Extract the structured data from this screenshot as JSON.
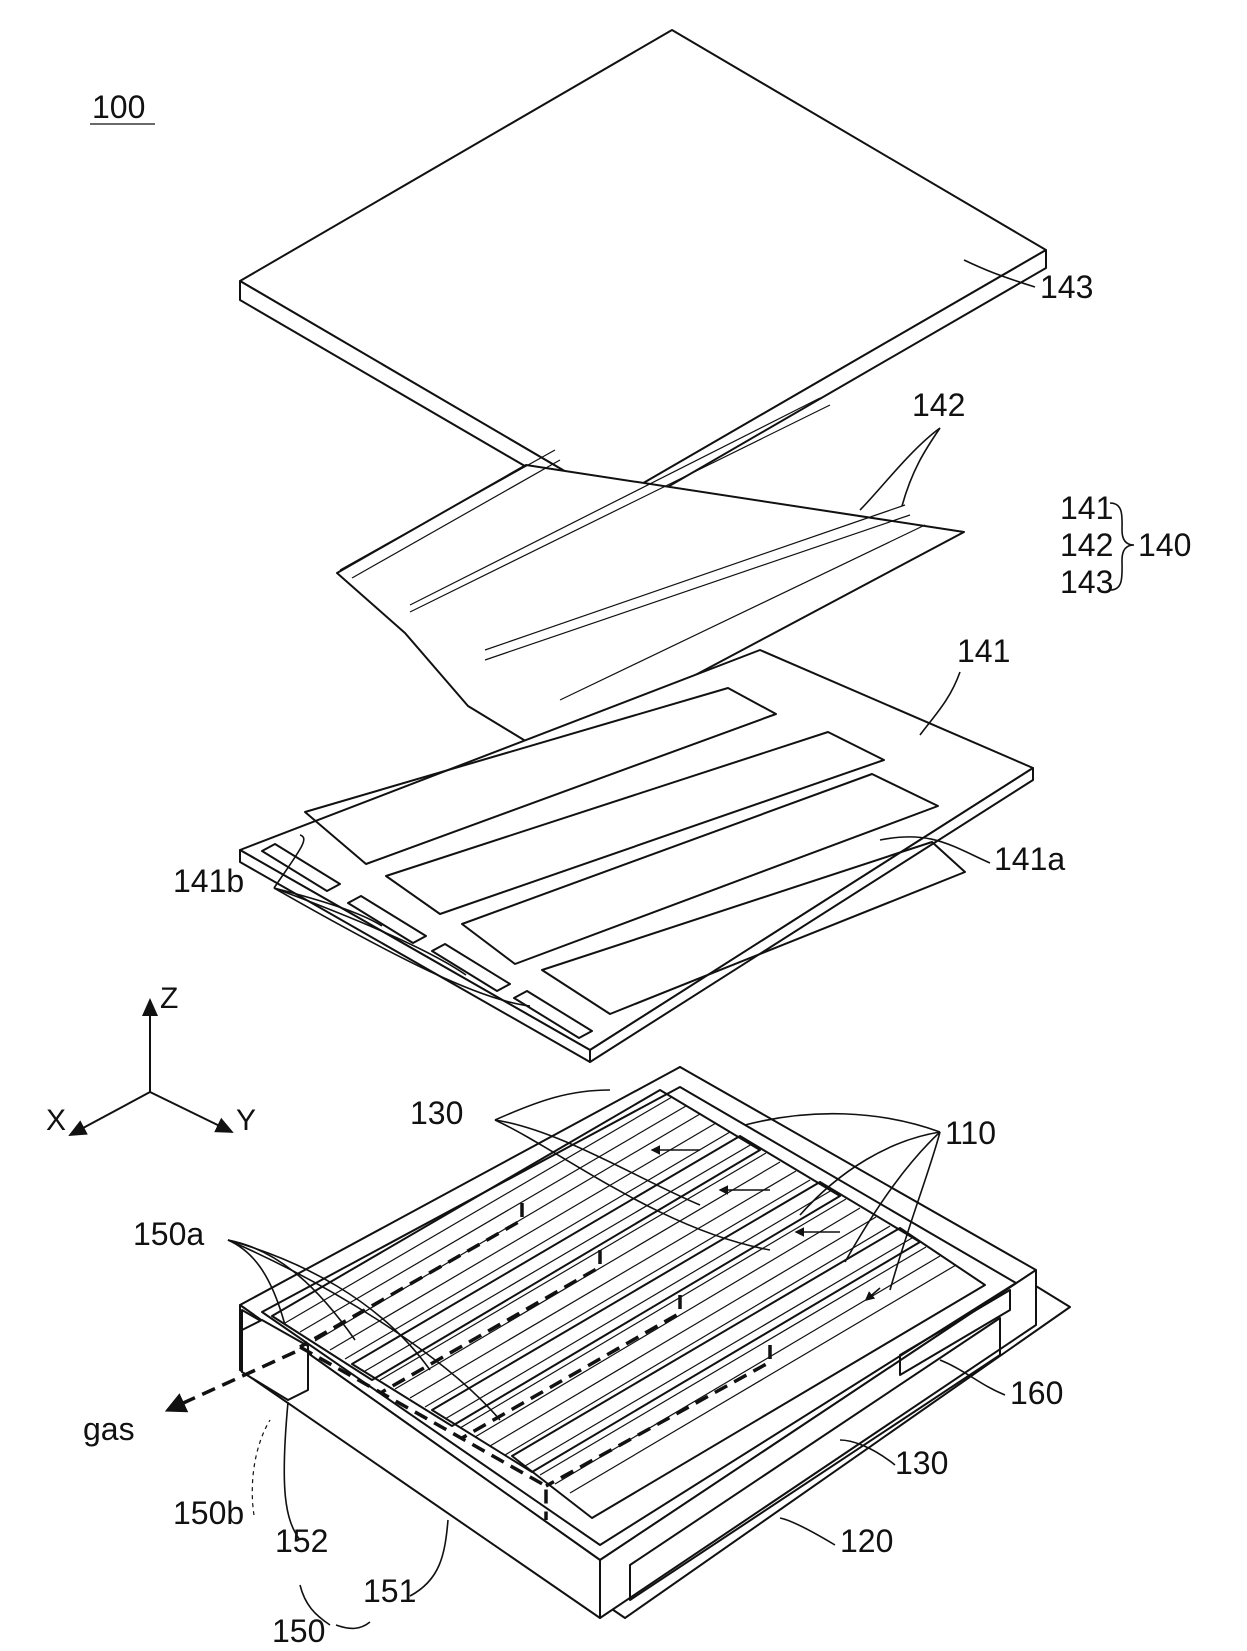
{
  "figure": {
    "ref_number": "100",
    "labels": {
      "cover_plate": "143",
      "heat_spreader_sheet": "142",
      "spacer_frame": "141",
      "spacer_opening": "141a",
      "spacer_slots": "141b",
      "cell_stack": "110",
      "side_plate": "130",
      "side_plate_lower": "130",
      "housing": "120",
      "bus_bar_holder": "160",
      "vent_holes": "150a",
      "gas_outlet": "150b",
      "duct_inner": "152",
      "duct_outer": "151",
      "gas_duct": "150",
      "gas": "gas"
    },
    "group_legend": {
      "members": [
        "141",
        "142",
        "143"
      ],
      "group": "140"
    },
    "axes": {
      "z": "Z",
      "x": "X",
      "y": "Y"
    }
  }
}
